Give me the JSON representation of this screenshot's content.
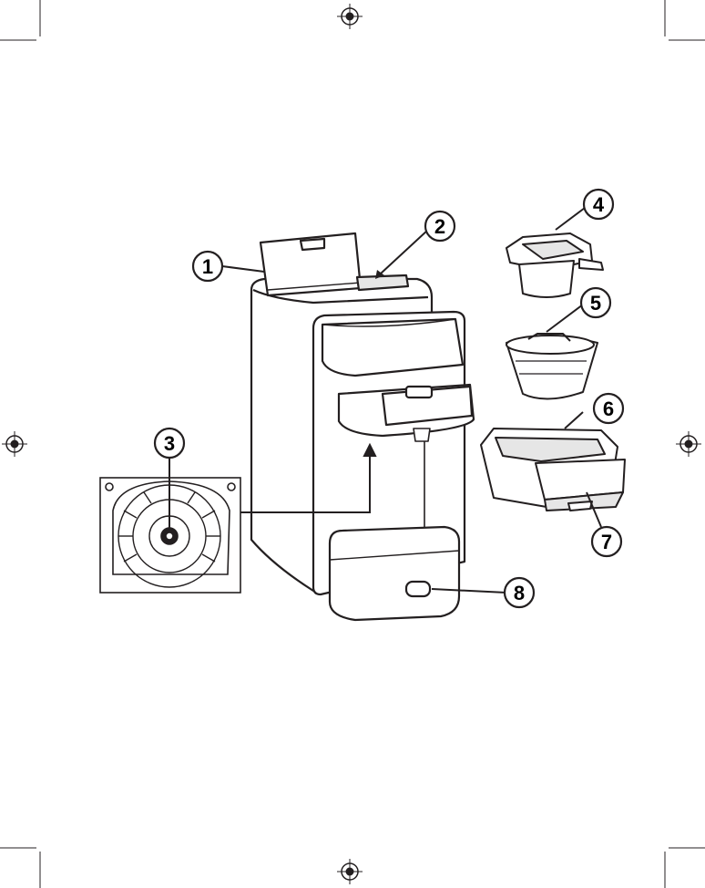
{
  "diagram": {
    "callouts": [
      {
        "id": "1",
        "label": "1"
      },
      {
        "id": "2",
        "label": "2"
      },
      {
        "id": "3",
        "label": "3"
      },
      {
        "id": "4",
        "label": "4"
      },
      {
        "id": "5",
        "label": "5"
      },
      {
        "id": "6",
        "label": "6"
      },
      {
        "id": "7",
        "label": "7"
      },
      {
        "id": "8",
        "label": "8"
      }
    ],
    "button_text": "",
    "colors": {
      "line": "#231f20",
      "fill": "#ffffff",
      "shade": "#e6e6e6"
    }
  }
}
